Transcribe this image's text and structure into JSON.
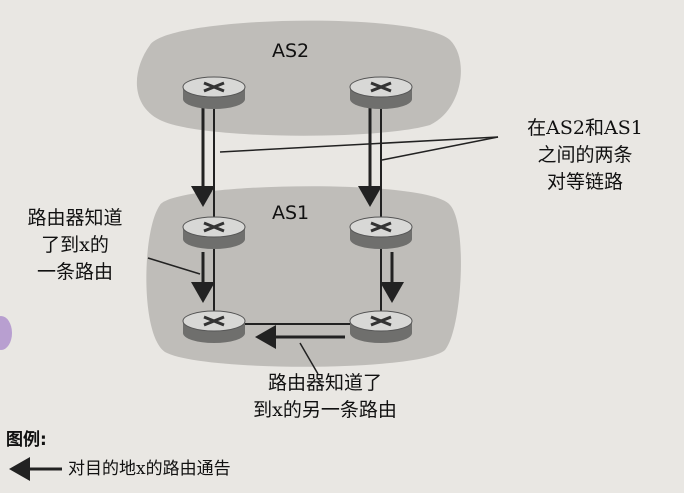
{
  "as_labels": {
    "top": "AS2",
    "bottom": "AS1"
  },
  "annotations": {
    "peer_links": [
      "在AS2和AS1",
      "之间的两条",
      "对等链路"
    ],
    "router_left": [
      "路由器知道",
      "了到x的",
      "一条路由"
    ],
    "router_bottom": [
      "路由器知道了",
      "到x的另一条路由"
    ]
  },
  "legend": {
    "title": "图例:",
    "item": "对目的地x的路由通告"
  },
  "colors": {
    "as_region": "#b7b5b1",
    "router_top": "#d8d8d6",
    "router_side": "#6f6f6d",
    "link": "#222222",
    "background": "#e9e7e3"
  },
  "icons": [
    "router-icon",
    "advertisement-arrow-icon"
  ]
}
